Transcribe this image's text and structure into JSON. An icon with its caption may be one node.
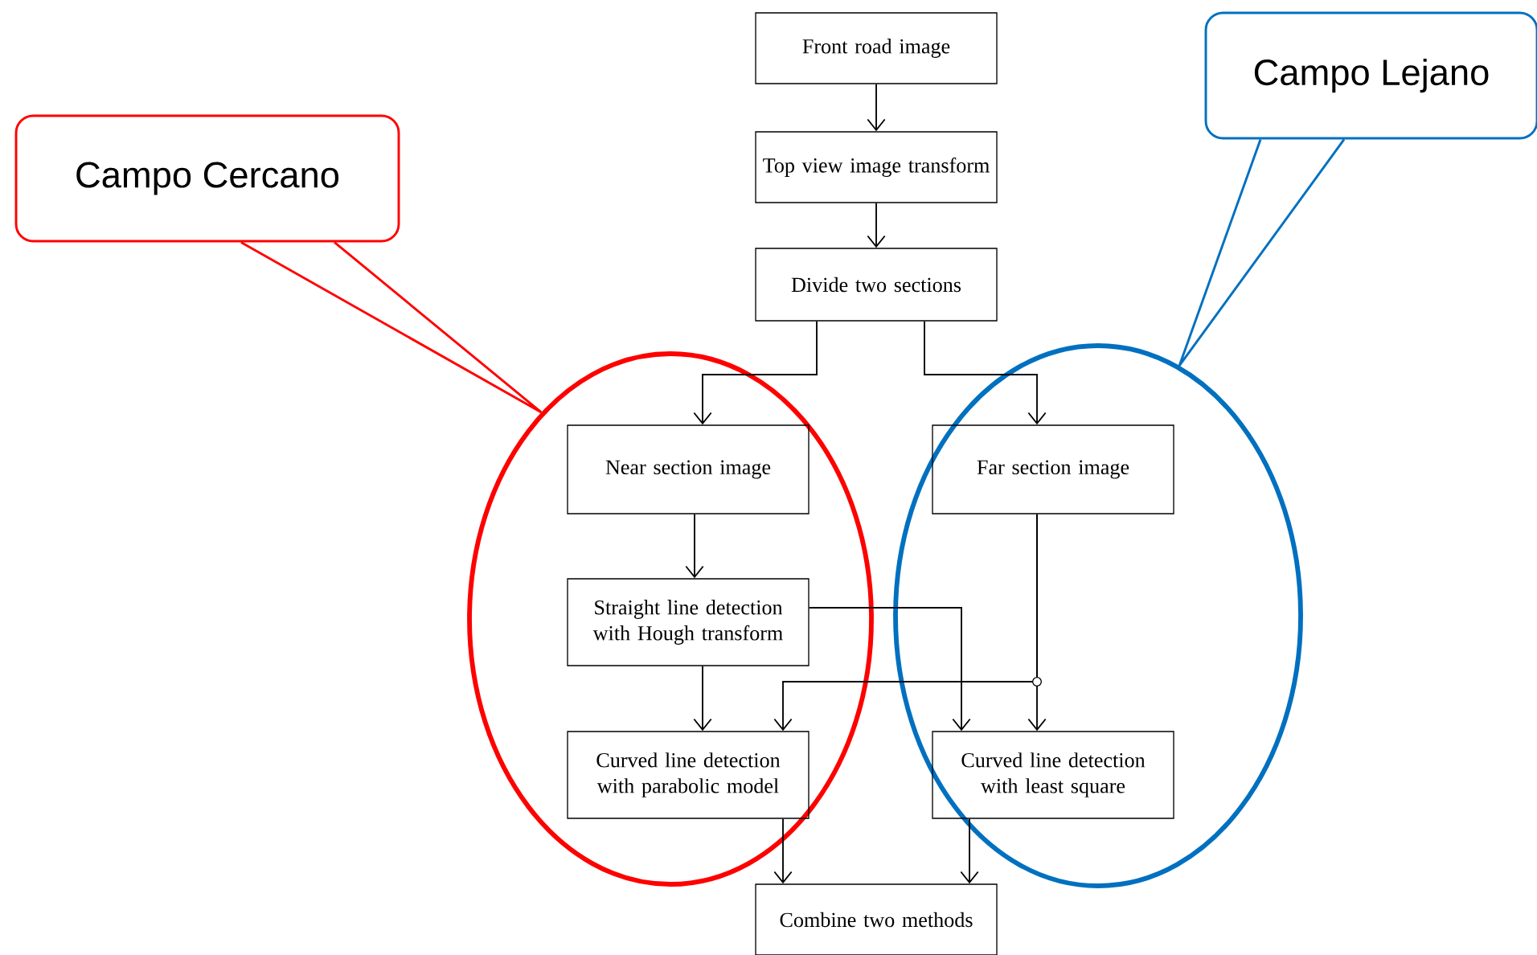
{
  "diagram": {
    "nodes": [
      {
        "text": [
          "Front road image"
        ]
      },
      {
        "text": [
          "Top view image transform"
        ]
      },
      {
        "text": [
          "Divide two sections"
        ]
      },
      {
        "text": [
          "Near section image"
        ],
        "in": 11
      },
      {
        "text": [
          "Far section image"
        ],
        "in": 12
      },
      {
        "text": [
          "Straight line detection with Hough transform"
        ],
        "in": 11
      },
      {
        "text": [
          "Curved line detection with parabolic model"
        ],
        "in": 11
      },
      {
        "text": [
          "Curved line detection with least square"
        ],
        "in": 12
      },
      {
        "text": [
          "Combine two methods"
        ]
      },
      {
        "text": [
          "Campo Cercano"
        ]
      },
      {
        "text": [
          "Campo Lejano"
        ]
      },
      {
        "text": [],
        "shape": "ellipse"
      },
      {
        "text": [],
        "shape": "ellipse"
      }
    ],
    "edges": [
      {
        "from": 0,
        "to": 1,
        "arrow": "to"
      },
      {
        "from": 1,
        "to": 2,
        "arrow": "to"
      },
      {
        "from": 2,
        "to": 3,
        "arrow": "to"
      },
      {
        "from": 2,
        "to": 4,
        "arrow": "to"
      },
      {
        "from": 3,
        "to": 5,
        "arrow": "to"
      },
      {
        "from": 5,
        "to": 6,
        "arrow": "to"
      },
      {
        "from": 5,
        "to": 7,
        "arrow": "to"
      },
      {
        "from": 4,
        "to": 7,
        "arrow": "to"
      },
      {
        "from": 4,
        "to": 6,
        "arrow": "to"
      },
      {
        "from": 6,
        "to": 8,
        "arrow": "to"
      },
      {
        "from": 7,
        "to": 8,
        "arrow": "to"
      },
      {
        "from": 9,
        "to": 11,
        "arrow": "none",
        "color": "#ff0000"
      },
      {
        "from": 10,
        "to": 12,
        "arrow": "none",
        "color": "#0070c0"
      }
    ]
  }
}
